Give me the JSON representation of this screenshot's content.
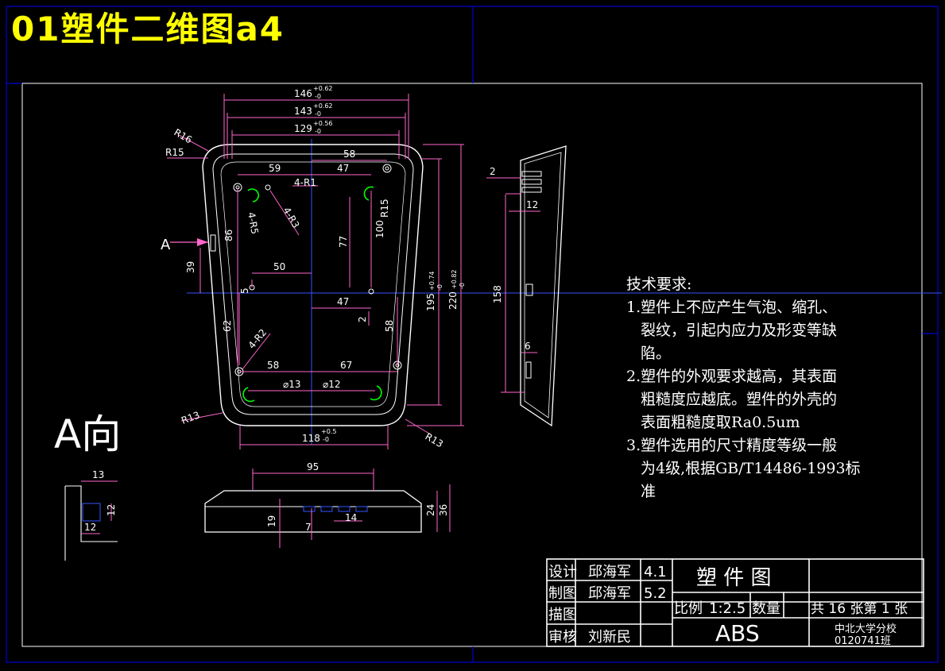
{
  "title": "01塑件二维图a4",
  "view_label": "A向",
  "section_marker": "A",
  "notes": {
    "heading": "技术要求:",
    "items": [
      [
        "1.塑件上不应产生气泡、缩孔、",
        "裂纹，引起内应力及形变等缺",
        "陷。"
      ],
      [
        "2.塑件的外观要求越高，其表面",
        "粗糙度应越底。塑件的外壳的",
        "表面粗糙度取Ra0.5um"
      ],
      [
        "3.塑件选用的尺寸精度等级一般",
        "为4级,根据GB/T14486-1993标",
        "准"
      ]
    ]
  },
  "front_view": {
    "width_dims": [
      "146",
      "143",
      "129",
      "118"
    ],
    "width_tols": [
      "+0.62",
      "-0",
      "+0.62",
      "-0",
      "+0.56",
      "-0",
      "+0.5",
      "-0"
    ],
    "radii": [
      "R16",
      "R15",
      "R13",
      "R15",
      "R13"
    ],
    "hole_labels": [
      "4-R1",
      "4-R5",
      "4-R3",
      "4-R2"
    ],
    "dims": [
      "58",
      "59",
      "47",
      "86",
      "77",
      "100",
      "39",
      "50",
      "5",
      "47",
      "2",
      "62",
      "58",
      "58",
      "67",
      "⌀13",
      "⌀12",
      "195",
      "220",
      "158"
    ],
    "tols": [
      "+0.74",
      "-0",
      "+0.82",
      "-0"
    ]
  },
  "side_view": {
    "dims": [
      "2",
      "12",
      "6"
    ]
  },
  "bottom_view": {
    "dims": [
      "95",
      "19",
      "7",
      "14",
      "24",
      "36"
    ]
  },
  "detail_view": {
    "dims": [
      "13",
      "12",
      "12"
    ]
  },
  "title_block": {
    "roles": [
      "设计",
      "制图",
      "描图",
      "审核"
    ],
    "names": [
      "邱海军",
      "邱海军",
      "",
      "刘新民"
    ],
    "dates": [
      "4.1",
      "5.2"
    ],
    "part_title": "塑 件 图",
    "scale_label": "比例",
    "scale_value": "1:2.5",
    "qty_label": "数量",
    "sheet_info": "共 16 张第 1 张",
    "material": "ABS",
    "school": "中北大学分校",
    "class_no": "0120741班"
  },
  "colors": {
    "background": "#000000",
    "title": "#ffff00",
    "frame": "#0000ff",
    "outline": "#ffffff",
    "dimension": "#ff66cc",
    "hole": "#00ff00",
    "text": "#ffffff"
  }
}
